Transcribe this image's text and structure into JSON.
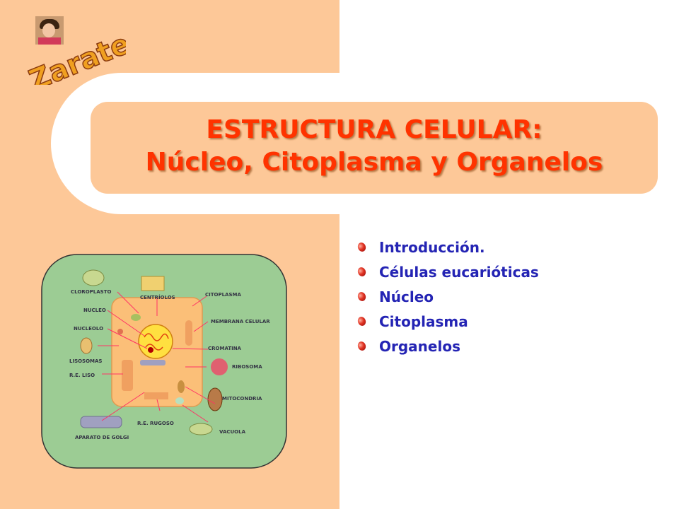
{
  "logo": {
    "text": "Zarate"
  },
  "title": {
    "line1": "ESTRUCTURA CELULAR:",
    "line2": "Núcleo, Citoplasma y Organelos"
  },
  "bullets": [
    "Introducción.",
    "Células eucarióticas",
    "Núcleo",
    "Citoplasma",
    "Organelos"
  ],
  "diagram": {
    "labels": {
      "cloroplasto": "CLOROPLASTO",
      "centriolos": "CENTRÍOLOS",
      "citoplasma": "CITOPLASMA",
      "nucleo": "NUCLEO",
      "membrana": "MEMBRANA CELULAR",
      "nucleolo": "NUCLEOLO",
      "cromatina": "CROMATINA",
      "lisosomas": "LISOSOMAS",
      "ribosoma": "RIBOSOMA",
      "reliso": "R.E. LISO",
      "mitocondria": "MITOCONDRIA",
      "rerugoso": "R.E. RUGOSO",
      "vacuola": "VACUOLA",
      "golgi": "APARATO DE GOLGI"
    }
  },
  "colors": {
    "background_left": "#fdc898",
    "title": "#ff3300",
    "bullet_text": "#2424b4",
    "diagram_bg": "#9ccc94",
    "cell": "#fbbf78"
  }
}
